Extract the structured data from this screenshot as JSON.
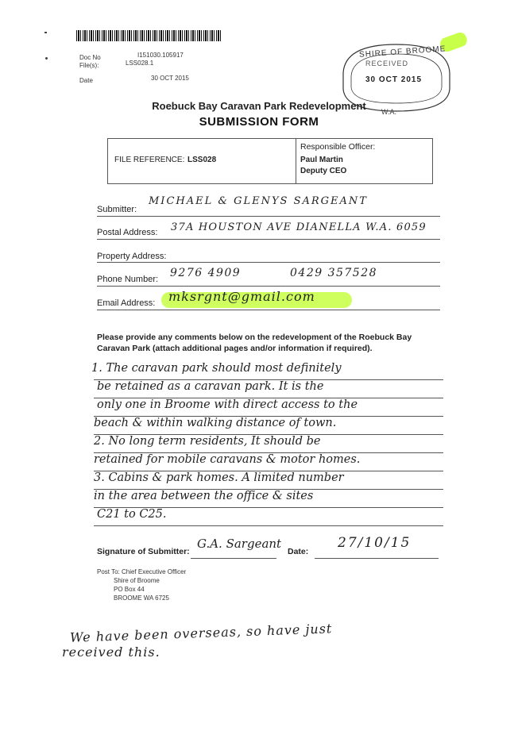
{
  "header": {
    "doc_no_label": "Doc No",
    "doc_no_value": "I151030.105917",
    "files_label": "File(s):",
    "files_value": "LSS028.1",
    "date_label": "Date",
    "date_value": "30 OCT 2015"
  },
  "stamp": {
    "org_line": "SHIRE OF BROOME",
    "status": "RECEIVED",
    "date": "30 OCT 2015",
    "state": "W.A."
  },
  "title": {
    "main": "Roebuck Bay Caravan Park Redevelopment",
    "sub": "SUBMISSION FORM"
  },
  "reference_box": {
    "file_ref_label": "FILE REFERENCE:",
    "file_ref_value": "LSS028",
    "officer_label": "Responsible Officer:",
    "officer_name": "Paul Martin",
    "officer_title": "Deputy CEO"
  },
  "fields": {
    "submitter_label": "Submitter:",
    "submitter_value": "MICHAEL & GLENYS SARGEANT",
    "postal_label": "Postal Address:",
    "postal_value": "37A HOUSTON AVE DIANELLA W.A. 6059",
    "property_label": "Property Address:",
    "property_value": "",
    "phone_label": "Phone Number:",
    "phone_value_1": "9276 4909",
    "phone_value_2": "0429 357528",
    "email_label": "Email Address:",
    "email_value": "mksrgnt@gmail.com"
  },
  "instructions": "Please provide any comments below on the redevelopment of the Roebuck Bay Caravan Park (attach additional pages and/or information if required).",
  "comments": [
    "1. The caravan park should most definitely",
    "be retained as a caravan park. It is the",
    "only one in Broome with direct access to the",
    "beach & within walking distance of town.",
    "2. No long term residents, It should be",
    "retained for mobile caravans & motor homes.",
    "3. Cabins & park homes. A limited number",
    "in the area between the office & sites",
    "C21 to C25."
  ],
  "signature": {
    "label": "Signature of Submitter:",
    "value": "G.A. Sargeant",
    "date_label": "Date:",
    "date_value": "27/10/15"
  },
  "post_to": [
    "Post To: Chief Executive Officer",
    "Shire of Broome",
    "PO Box 44",
    "BROOME  WA  6725"
  ],
  "footnote": [
    "We have been overseas, so have just",
    "received this."
  ],
  "colors": {
    "highlighter": "#c4ff2e",
    "ink": "#222222"
  }
}
